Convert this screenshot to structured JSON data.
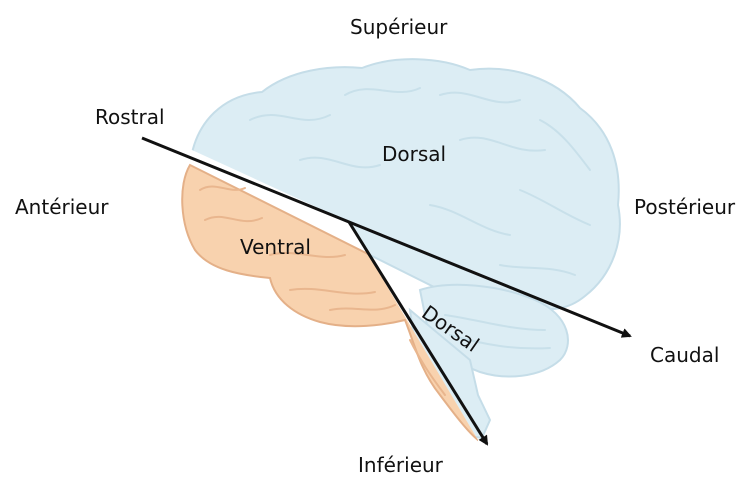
{
  "labels": {
    "top": "Supérieur",
    "bottom": "Inférieur",
    "left": "Antérieur",
    "right": "Postérieur",
    "axis_start": "Rostral",
    "axis_end": "Caudal",
    "region_cerebrum_upper": "Dorsal",
    "region_lower": "Ventral",
    "region_brainstem_side": "Dorsal"
  },
  "colors": {
    "dorsal_fill": "#dcedf4",
    "dorsal_stroke": "#c5dde8",
    "ventral_fill": "#f8d2ae",
    "ventral_stroke": "#e4b088",
    "axis_line": "#111111",
    "text": "#111111"
  }
}
